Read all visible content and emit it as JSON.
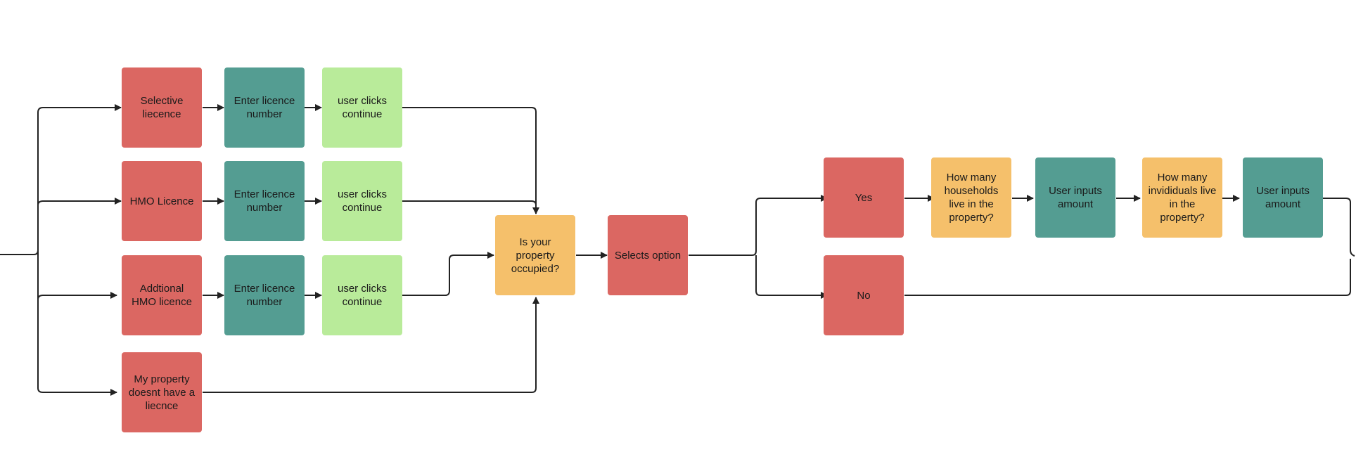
{
  "diagram": {
    "colors": {
      "red": "#db6762",
      "teal": "#549d92",
      "lime": "#b9eb9a",
      "amber": "#f5c06b",
      "edge": "#222222"
    },
    "nodes": {
      "selective_licence": "Selective liecence",
      "hmo_licence": "HMO Licence",
      "additional_hmo_licence": "Addtional HMO licence",
      "no_licence": "My property doesnt have a liecnce",
      "enter_licence_1": "Enter licence number",
      "enter_licence_2": "Enter licence number",
      "enter_licence_3": "Enter licence number",
      "user_clicks_continue_1": "user clicks continue",
      "user_clicks_continue_2": "user clicks continue",
      "user_clicks_continue_3": "user clicks continue",
      "property_occupied": "Is your property occupied?",
      "selects_option": "Selects option",
      "yes": "Yes",
      "no": "No",
      "households_question": "How many households live in the property?",
      "households_input": "User inputs amount",
      "individuals_question": "How many invididuals live in the property?",
      "individuals_input": "User inputs amount"
    }
  }
}
